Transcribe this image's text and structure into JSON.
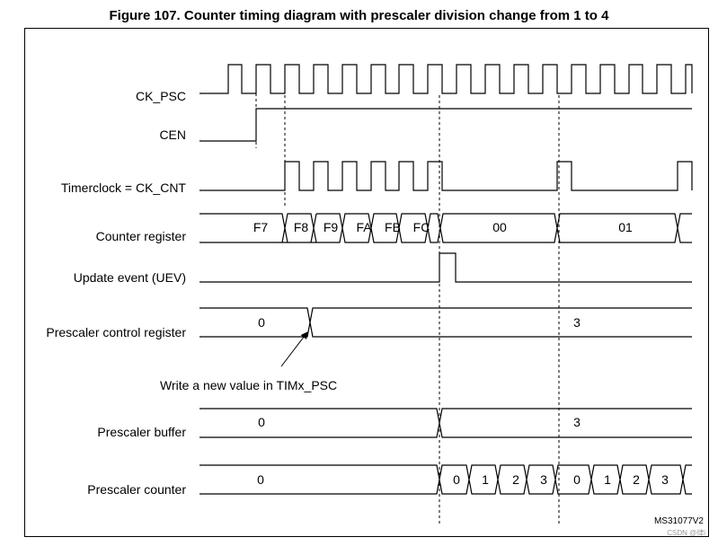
{
  "title": "Figure 107. Counter timing diagram with prescaler division change from 1 to 4",
  "signals": {
    "ck_psc": "CK_PSC",
    "cen": "CEN",
    "timerclock": "Timerclock = CK_CNT",
    "counter_register": "Counter register",
    "update_event": "Update event (UEV)",
    "prescaler_control": "Prescaler control register",
    "prescaler_buffer": "Prescaler buffer",
    "prescaler_counter": "Prescaler counter"
  },
  "counter_values": [
    "F7",
    "F8",
    "F9",
    "FA",
    "FB",
    "FC",
    "00",
    "01"
  ],
  "prescaler_control_values": [
    "0",
    "3"
  ],
  "prescaler_buffer_values": [
    "0",
    "3"
  ],
  "prescaler_counter_values": [
    "0",
    "0",
    "1",
    "2",
    "3",
    "0",
    "1",
    "2",
    "3"
  ],
  "annotation": "Write a new value in TIMx_PSC",
  "figure_code": "MS31077V2",
  "watermark": "CSDN @律i"
}
